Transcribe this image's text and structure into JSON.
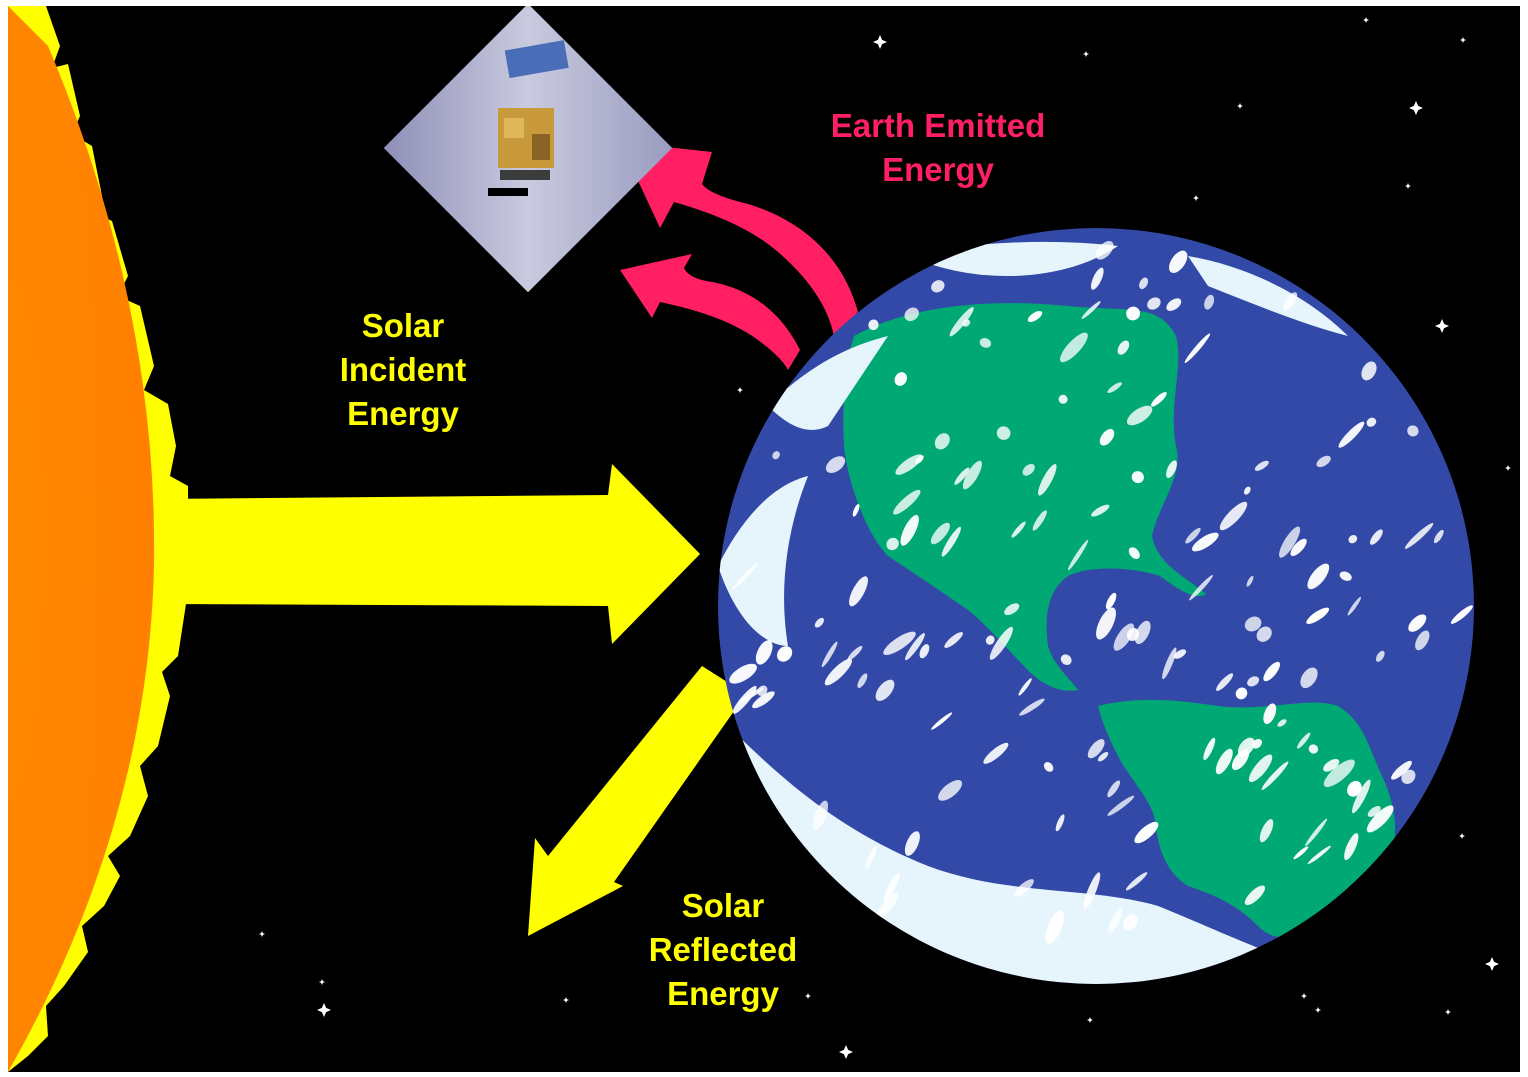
{
  "labels": {
    "solar_incident": [
      "Solar",
      "Incident",
      "Energy"
    ],
    "earth_emitted": [
      "Earth Emitted",
      "Energy"
    ],
    "solar_reflected": [
      "Solar",
      "Reflected",
      "Energy"
    ]
  },
  "colors": {
    "background": "#000000",
    "sun": "#ff8a00",
    "corona": "#ffff00",
    "solar_arrow": "#ffff00",
    "emitted_arrow": "#ff1f62",
    "ocean": "#3249a8",
    "land": "#00a874",
    "cloud": "#e6f5fb",
    "star": "#ffffff"
  },
  "icons": [
    "sun-icon",
    "earth-icon",
    "satellite-icon",
    "star-icon"
  ]
}
